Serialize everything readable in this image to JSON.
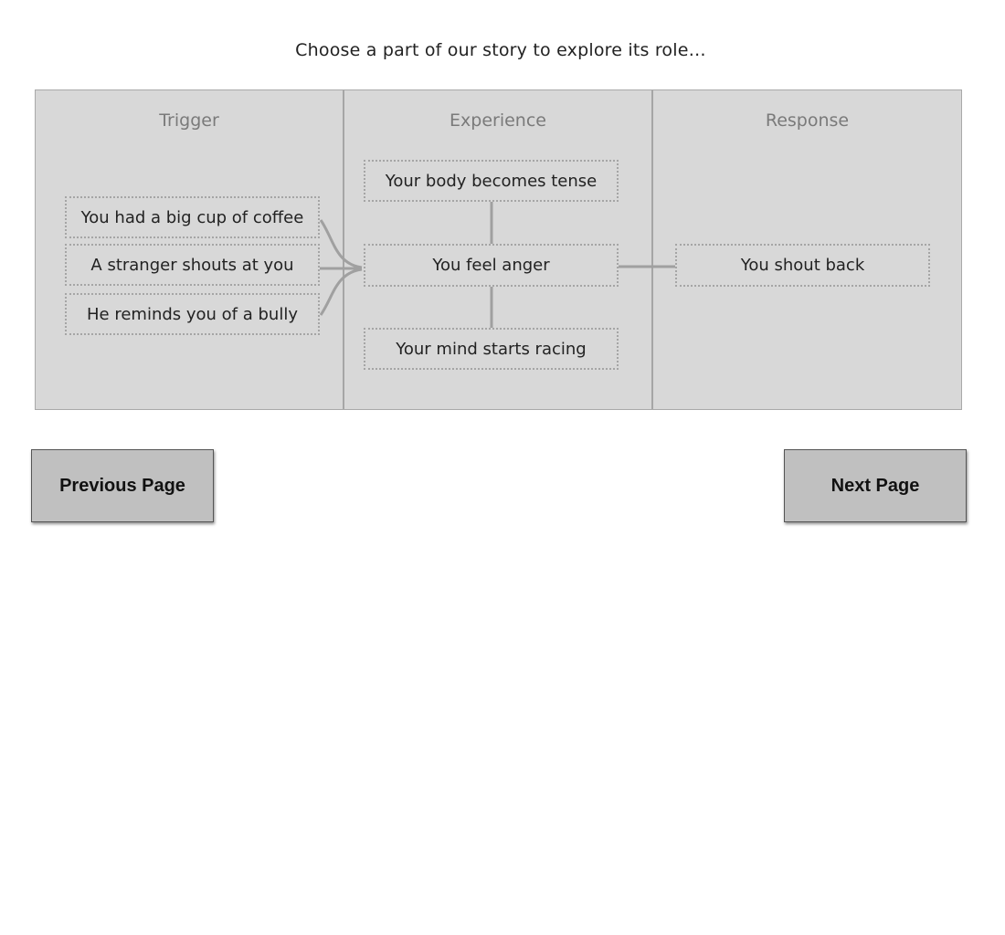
{
  "instruction": "Choose a part of our story to explore its role…",
  "columns": {
    "trigger": {
      "heading": "Trigger",
      "items": [
        "You had a big cup of coffee",
        "A stranger shouts at you",
        "He reminds you of a bully"
      ]
    },
    "experience": {
      "heading": "Experience",
      "items": [
        "Your body becomes tense",
        "You feel anger",
        "Your mind starts racing"
      ]
    },
    "response": {
      "heading": "Response",
      "items": [
        "You shout back"
      ]
    }
  },
  "navigation": {
    "previous_label": "Previous Page",
    "next_label": "Next Page"
  },
  "colors": {
    "panel_background": "#d8d8d8",
    "connector": "#a0a0a0",
    "heading_text": "#7a7a7a",
    "button_background": "#c0c0c0"
  }
}
